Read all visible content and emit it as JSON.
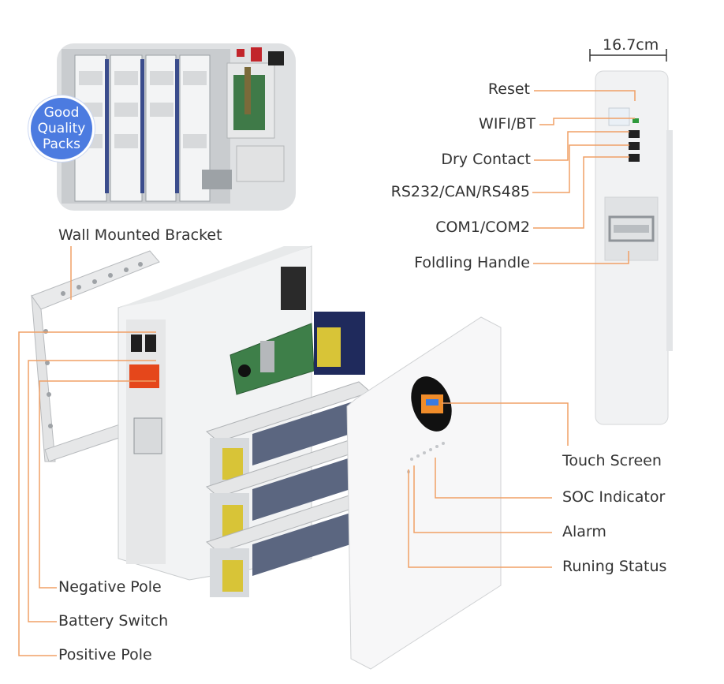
{
  "badge": {
    "line1": "Good",
    "line2": "Quality",
    "line3": "Packs"
  },
  "dimension": "16.7cm",
  "side_labels": {
    "reset": "Reset",
    "wifi": "WIFI/BT",
    "dry_contact": "Dry Contact",
    "rs": "RS232/CAN/RS485",
    "com": "COM1/COM2",
    "handle": "Foldling Handle"
  },
  "left_labels": {
    "bracket": "Wall Mounted Bracket",
    "negative": "Negative Pole",
    "switch": "Battery Switch",
    "positive": "Positive Pole"
  },
  "front_labels": {
    "touch": "Touch Screen",
    "soc": "SOC Indicator",
    "alarm": "Alarm",
    "running": "Runing Status"
  },
  "colors": {
    "leader_line": "#f0a066",
    "badge": "#4c7be0",
    "terminal_red": "#e5471b"
  }
}
